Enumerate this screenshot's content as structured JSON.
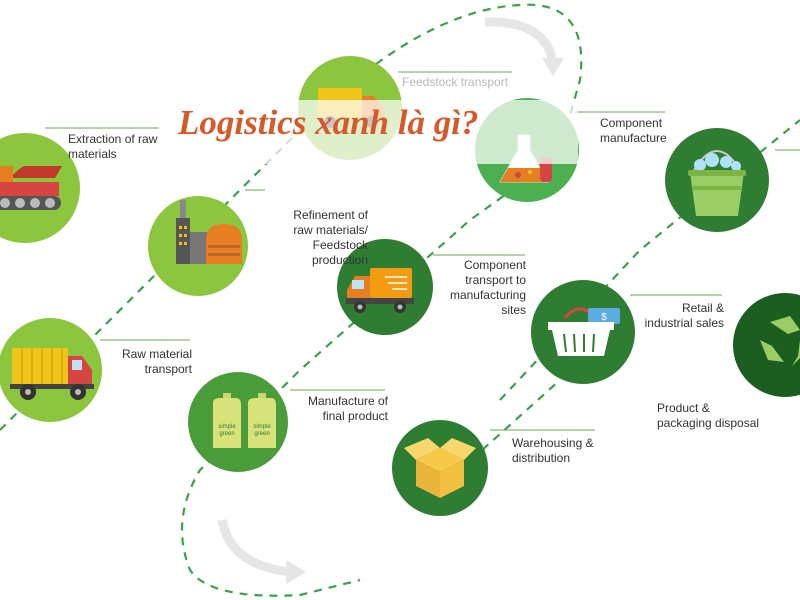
{
  "title": "Logistics xanh là gì?",
  "colors": {
    "title": "#d6592a",
    "circle_light": "#8cc63f",
    "circle_dark": "#2e7d32",
    "circle_mid": "#4a9b3a",
    "dash": "#3aa34a",
    "arrow": "#e6e6e6"
  },
  "steps": [
    {
      "id": "extraction",
      "label": "Extraction of raw\nmaterials",
      "icon": "mining-truck-icon"
    },
    {
      "id": "refinement",
      "label": "Refinement of\nraw materials/\nFeedstock\nproduction",
      "icon": "factory-icon"
    },
    {
      "id": "raw-transport",
      "label": "Raw material\ntransport",
      "icon": "cargo-truck-icon"
    },
    {
      "id": "feedstock-transport",
      "label": "Feedstock transport",
      "icon": "delivery-truck-icon"
    },
    {
      "id": "component-manufacture",
      "label": "Component\nmanufacture",
      "icon": "lab-flask-icon"
    },
    {
      "id": "component-transport",
      "label": "Component\ntransport to\nmanufacturing\nsites",
      "icon": "delivery-truck-icon"
    },
    {
      "id": "final-product",
      "label": "Manufacture of\nfinal product",
      "icon": "cleaner-bottles-icon"
    },
    {
      "id": "warehousing",
      "label": "Warehousing &\ndistribution",
      "icon": "box-icon"
    },
    {
      "id": "retail",
      "label": "Retail &\nindustrial sales",
      "icon": "shopping-basket-icon"
    },
    {
      "id": "use",
      "label": "",
      "icon": "bucket-icon"
    },
    {
      "id": "disposal",
      "label": "Product &\npackaging disposal",
      "icon": "recycle-icon"
    }
  ],
  "bottle_text": "simple\ngreen"
}
